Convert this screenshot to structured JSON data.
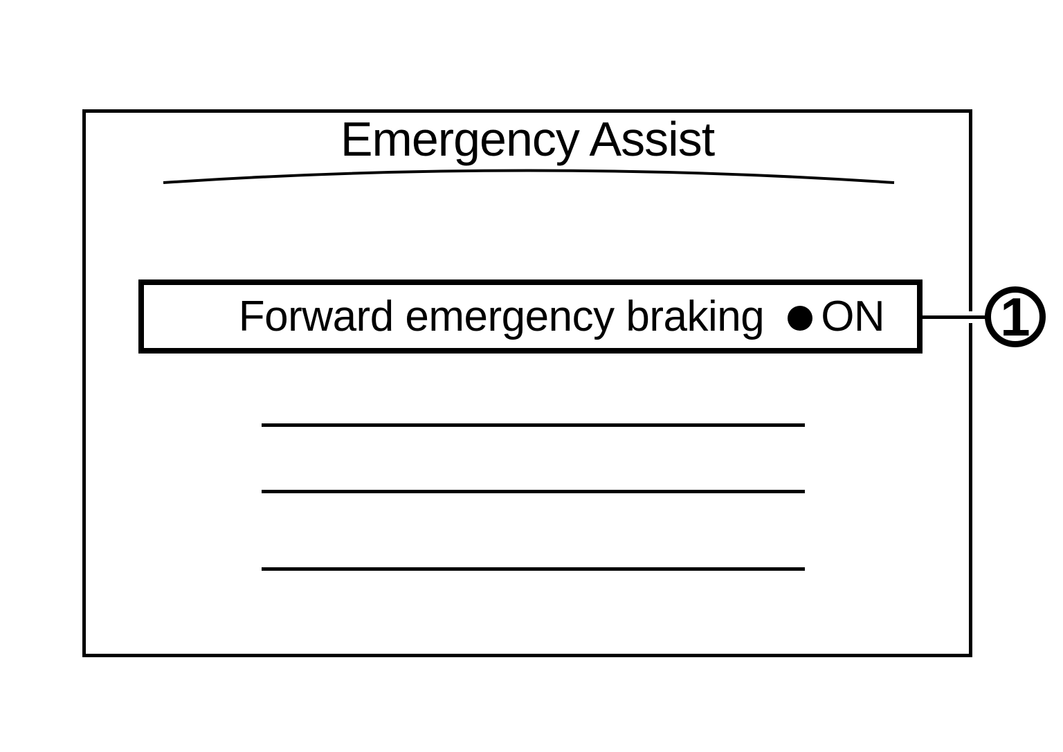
{
  "figure": {
    "background_color": "#ffffff",
    "ink_color": "#000000"
  },
  "screen": {
    "title": "Emergency Assist",
    "title_underline": "shallow-arc"
  },
  "menu": {
    "highlighted_item": {
      "label": "Forward emergency braking",
      "status": "ON",
      "status_icon": "filled-circle-dot"
    },
    "placeholder_line_count": "3"
  },
  "callout": {
    "number": "1",
    "shape": "circled-number-badge"
  }
}
